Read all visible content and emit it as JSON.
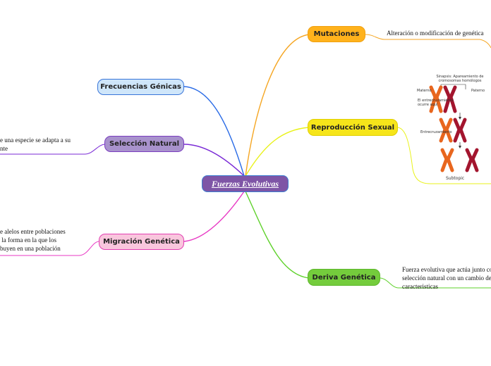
{
  "central": {
    "label": "Fuerzas Evolutivas"
  },
  "branches": {
    "mutaciones": {
      "label": "Mutaciones",
      "color": "#f5a623",
      "note": "Alteración o modificación de genética"
    },
    "reproduccion": {
      "label": "Reproducción Sexual",
      "color": "#f6e51a",
      "subtopic": "Subtopic"
    },
    "deriva": {
      "label": "Deriva Genética",
      "color": "#5ed12a",
      "note": "Fuerza evolutiva que actúa junto co\nselección natural con un cambio de\ncaracteristicas"
    },
    "frecuencias": {
      "label": "Frecuencias Génicas",
      "color": "#2a6be6"
    },
    "seleccion": {
      "label": "Selección Natural",
      "color": "#7a2ad6",
      "note": "e una especie se adapta a su\nnte"
    },
    "migracion": {
      "label": "Migración Genética",
      "color": "#e838c4",
      "note": "e alelos entre poblaciones\n la forma en la que los\nbuyen en una población"
    }
  },
  "chromosome_figure": {
    "title": "Sinapsis: Apareamiento de\ncromosomas homólogos",
    "maternal": "Materno",
    "paternal": "Paterno",
    "crossover_1": "El entrecruzamiento\nocurre aquí",
    "crossover_2": "Entrecruzamiento",
    "colors": {
      "maternal": "#e8661e",
      "paternal": "#a3152e"
    }
  }
}
